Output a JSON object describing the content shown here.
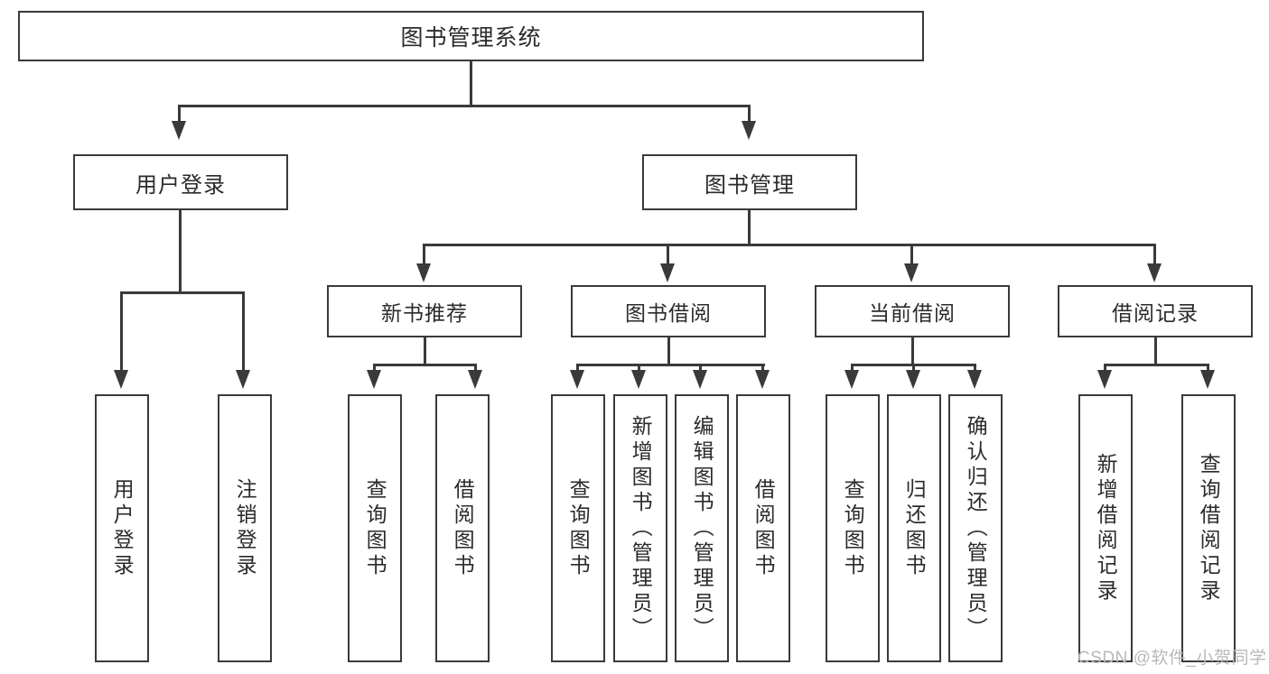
{
  "diagram": {
    "title": "图书管理系统",
    "type": "tree-hierarchy",
    "watermark": "CSDN @软件_小贺同学",
    "colors": {
      "stroke": "#3a3a3a",
      "fill": "#ffffff",
      "text": "#2b2b2b",
      "watermark": "#b9b9b9"
    },
    "root": {
      "label": "图书管理系统"
    },
    "level1": [
      {
        "label": "用户登录"
      },
      {
        "label": "图书管理"
      }
    ],
    "level2": [
      {
        "label": "新书推荐"
      },
      {
        "label": "图书借阅"
      },
      {
        "label": "当前借阅"
      },
      {
        "label": "借阅记录"
      }
    ],
    "leaves": {
      "user_login": [
        {
          "label": "用户登录"
        },
        {
          "label": "注销登录"
        }
      ],
      "new_book": [
        {
          "label": "查询图书"
        },
        {
          "label": "借阅图书"
        }
      ],
      "book_borrow": [
        {
          "label": "查询图书"
        },
        {
          "label": "新增图书（管理员）"
        },
        {
          "label": "编辑图书（管理员）"
        },
        {
          "label": "借阅图书"
        }
      ],
      "current_borrow": [
        {
          "label": "查询图书"
        },
        {
          "label": "归还图书"
        },
        {
          "label": "确认归还（管理员）"
        }
      ],
      "borrow_record": [
        {
          "label": "新增借阅记录"
        },
        {
          "label": "查询借阅记录"
        }
      ]
    }
  }
}
